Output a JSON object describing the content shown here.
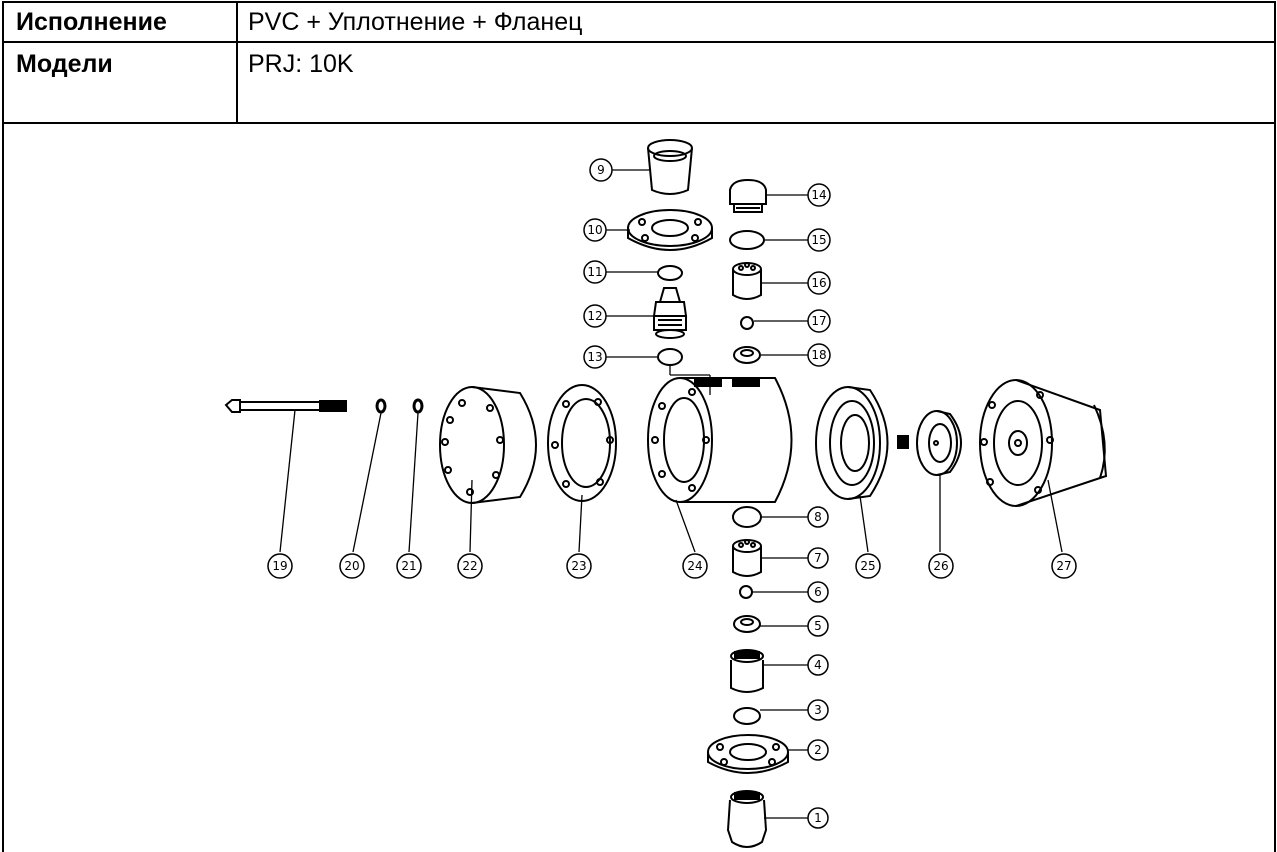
{
  "table": {
    "row1": {
      "label": "Исполнение",
      "value": "PVC + Уплотнение + Фланец"
    },
    "row2": {
      "label": "Модели",
      "value": "PRJ: 10K"
    }
  },
  "diagram": {
    "callouts": [
      "1",
      "2",
      "3",
      "4",
      "5",
      "6",
      "7",
      "8",
      "9",
      "10",
      "11",
      "12",
      "13",
      "14",
      "15",
      "16",
      "17",
      "18",
      "19",
      "20",
      "21",
      "22",
      "23",
      "24",
      "25",
      "26",
      "27"
    ]
  }
}
